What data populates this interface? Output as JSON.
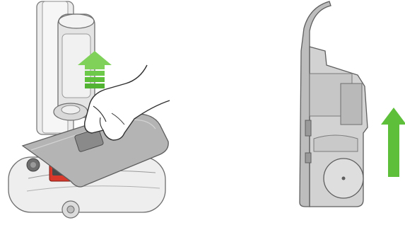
{
  "figure": {
    "panels": [
      {
        "id": "left",
        "subject": "vacuum-base-with-hand-lifting-cover",
        "arrow_direction": "up"
      },
      {
        "id": "right",
        "subject": "cover-side-profile",
        "arrow_direction": "up"
      }
    ],
    "colors": {
      "arrow_green": "#5ebf3a",
      "arrow_green_light": "#7fd15a",
      "line_gray": "#6e6e6e",
      "body_light": "#e9e9e9",
      "cover_gray": "#b4b4b4",
      "dark_gray": "#8a8a8a",
      "red_part": "#d8392b"
    }
  }
}
